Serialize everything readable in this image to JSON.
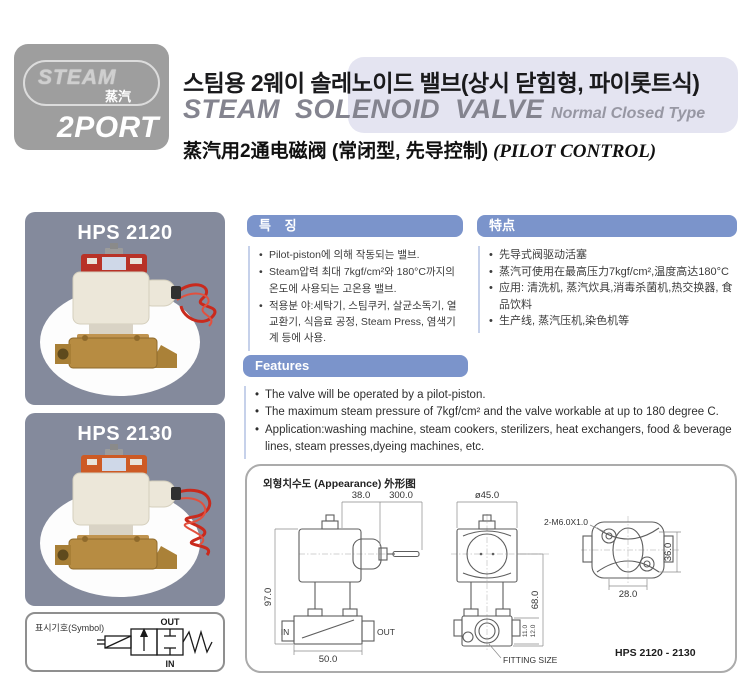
{
  "header": {
    "logo": {
      "steam": "STEAM",
      "steam_cn": "蒸汽",
      "port": "2PORT"
    },
    "title_ko": "스팀용 2웨이 솔레노이드 밸브(상시 닫힘형, 파이롯트식)",
    "title_en": "STEAM SOLENOID VALVE",
    "title_en_suffix": "Normal Closed Type",
    "title_cn": "蒸汽用2通电磁阀 (常闭型, 先导控制)",
    "title_cn_suffix": "(PILOT CONTROL)"
  },
  "products": [
    {
      "model": "HPS 2120"
    },
    {
      "model": "HPS 2130"
    }
  ],
  "symbol_box": {
    "label": "표시기호(Symbol)",
    "out": "OUT",
    "in": "IN"
  },
  "features_ko": {
    "header": "특 징",
    "bullets": [
      "Pilot-piston에 의해 작동되는 밸브.",
      "Steam압력 최대 7kgf/cm²와 180°C까지의 온도에 사용되는 고온용 밸브.",
      "적용분 야:세탁기, 스팀쿠커, 살균소독기, 열교환기, 식음료 공정, Steam Press, 염색기계 등에 사용."
    ]
  },
  "features_cn": {
    "header": "特点",
    "bullets": [
      "先导式阀驱动活塞",
      "蒸汽可使用在最高压力7kgf/cm²,温度高达180°C",
      "应用: 清洗机, 蒸汽炊具,消毒杀菌机,热交换器, 食品饮料",
      "生产线, 蒸汽压机,染色机等"
    ]
  },
  "features_en": {
    "header": "Features",
    "bullets": [
      "The valve will be operated by a pilot-piston.",
      "The maximum steam pressure of 7kgf/cm² and  the valve workable at up to 180 degree C.",
      "Application:washing machine, steam cookers,  sterilizers, heat exchangers, food & beverage lines, steam presses,dyeing machines, etc."
    ]
  },
  "drawing": {
    "title": "외형치수도 (Appearance) 外形图",
    "model_range": "HPS 2120 - 2130",
    "dims": {
      "d38": "38.0",
      "d300": "300.0",
      "d97": "97.0",
      "d50": "50.0",
      "port_in": "IN",
      "port_out": "OUT",
      "dia45": "ø45.0",
      "d68": "68.0",
      "d11": "11.0",
      "d12": "12.0",
      "fitting": "FITTING SIZE",
      "bolt": "2-M6.0X1.0",
      "d36": "36.0",
      "d28": "28.0"
    }
  },
  "colors": {
    "banner_blue": "#7b94cb",
    "card_gray": "#848a9c",
    "logo_gray": "#9e9e9e",
    "title_highlight": "#e4e4f1",
    "title_gray": "#84848f",
    "wire_red": "#c92a1d",
    "brass": "#b78c42",
    "coil_cream": "#ece7d9"
  }
}
